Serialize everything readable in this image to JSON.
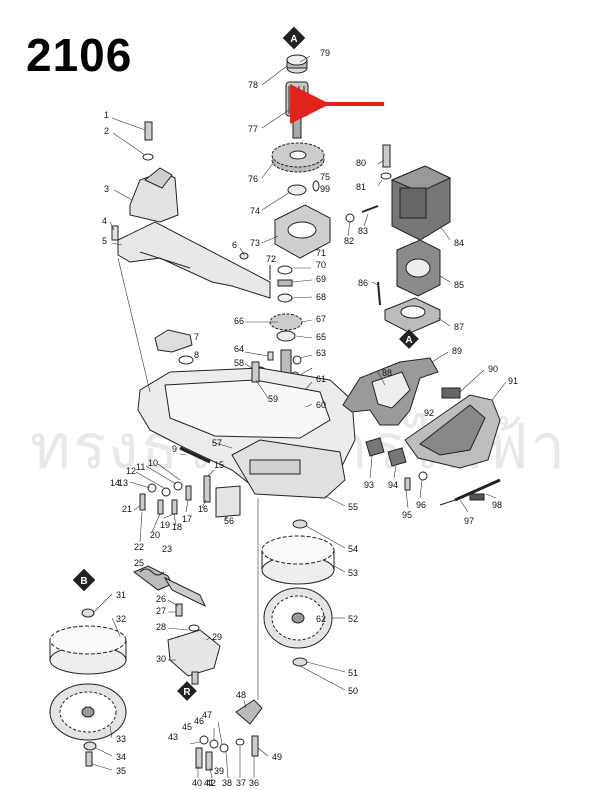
{
  "title": "2106",
  "watermark": "ทรงธรรมการไฟฟ้า",
  "colors": {
    "arrow": "#e0231c",
    "line": "#222222",
    "part_fill": "#dcdcdc",
    "part_dark": "#555555"
  },
  "diamond_tags": {
    "A": "A",
    "B": "B",
    "R": "R"
  },
  "part_numbers": [
    "1",
    "2",
    "3",
    "4",
    "5",
    "6",
    "7",
    "8",
    "9",
    "10",
    "11",
    "12",
    "13",
    "14",
    "15",
    "16",
    "17",
    "18",
    "19",
    "20",
    "21",
    "22",
    "23",
    "25",
    "26",
    "27",
    "28",
    "29",
    "30",
    "31",
    "32",
    "33",
    "34",
    "35",
    "36",
    "37",
    "38",
    "39",
    "40",
    "41",
    "42",
    "43",
    "45",
    "46",
    "47",
    "48",
    "49",
    "50",
    "51",
    "52",
    "53",
    "54",
    "55",
    "56",
    "57",
    "58",
    "59",
    "60",
    "61",
    "62",
    "63",
    "64",
    "65",
    "66",
    "67",
    "68",
    "69",
    "70",
    "71",
    "72",
    "73",
    "74",
    "75",
    "76",
    "77",
    "78",
    "79",
    "80",
    "81",
    "82",
    "83",
    "84",
    "85",
    "86",
    "87",
    "88",
    "89",
    "90",
    "91",
    "92",
    "93",
    "94",
    "95",
    "96",
    "97",
    "98",
    "99"
  ],
  "highlight_part": "77"
}
